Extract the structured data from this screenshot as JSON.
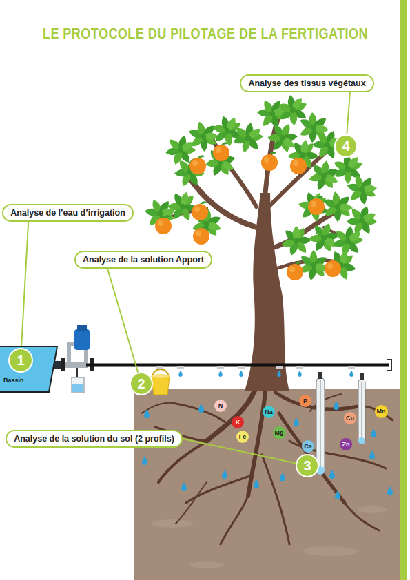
{
  "diagram": {
    "title": "LE PROTOCOLE DU PILOTAGE DE LA FERTIGATION",
    "nodes": [
      {
        "text": [
          "Analyse des tissus végétaux"
        ]
      },
      {
        "text": [
          "4"
        ]
      },
      {
        "text": [
          "Analyse de l’eau d’irrigation"
        ]
      },
      {
        "text": [
          "Analyse de la solution Apport"
        ]
      },
      {
        "text": [
          "Bassin"
        ]
      },
      {
        "text": [
          "1"
        ],
        "in": 4
      },
      {
        "text": [
          "2"
        ]
      },
      {
        "text": [
          "Analyse de la solution du sol (2 profils)"
        ]
      },
      {
        "text": [
          "3"
        ]
      },
      {
        "text": [
          "N"
        ]
      },
      {
        "text": [
          "P"
        ]
      },
      {
        "text": [
          "K"
        ]
      },
      {
        "text": [
          "Na"
        ]
      },
      {
        "text": [
          "Cu"
        ]
      },
      {
        "text": [
          "Mn"
        ]
      },
      {
        "text": [
          "Mg"
        ]
      },
      {
        "text": [
          "Fe"
        ]
      },
      {
        "text": [
          "Ca"
        ]
      },
      {
        "text": [
          "Zn"
        ]
      }
    ],
    "edges": [
      {
        "from": 0,
        "to": 1,
        "arrow": "none"
      },
      {
        "from": 2,
        "to": 5,
        "arrow": "none"
      },
      {
        "from": 3,
        "to": 6,
        "arrow": "none"
      },
      {
        "from": 7,
        "to": 8,
        "arrow": "none"
      }
    ]
  }
}
